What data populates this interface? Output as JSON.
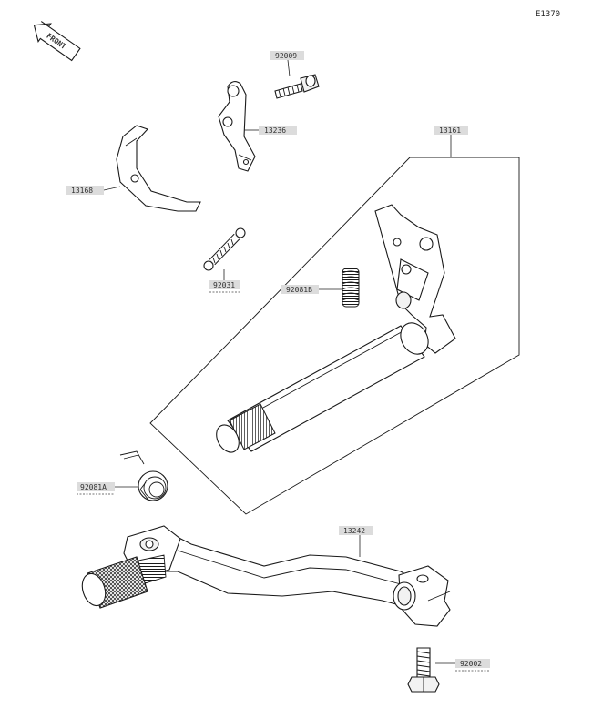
{
  "diagram_code": "E1370",
  "front_badge": "FRONT",
  "parts": {
    "p92009": "92009",
    "p13236": "13236",
    "p13161": "13161",
    "p13168": "13168",
    "p92031": "92031",
    "p92081B": "92081B",
    "p92081A": "92081A",
    "p13242": "13242",
    "p92002": "92002"
  },
  "colors": {
    "line": "#1a1a1a",
    "label_box": "#dcdcdc",
    "background": "#ffffff"
  }
}
